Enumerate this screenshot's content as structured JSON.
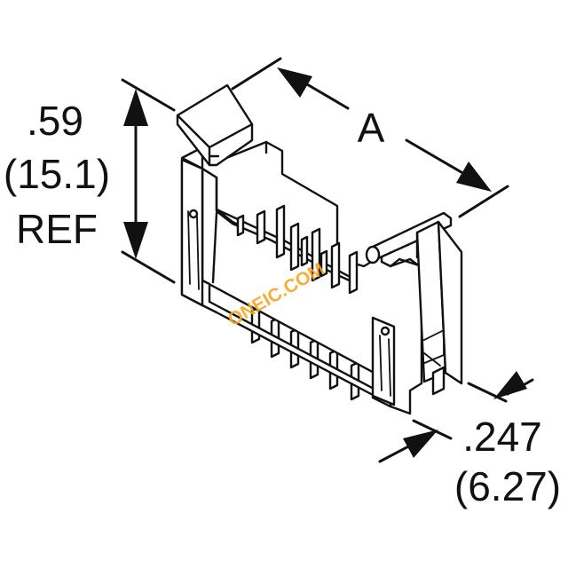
{
  "dimensions": {
    "height": {
      "value": ".59",
      "metric": "(15.1)",
      "note": "REF"
    },
    "length": {
      "label": "A"
    },
    "width": {
      "value": ".247",
      "metric": "(6.27)"
    }
  },
  "watermark": {
    "text": "ONEIC.COM",
    "color": "#f5a623"
  },
  "colors": {
    "line": "#111111",
    "background": "#ffffff"
  }
}
